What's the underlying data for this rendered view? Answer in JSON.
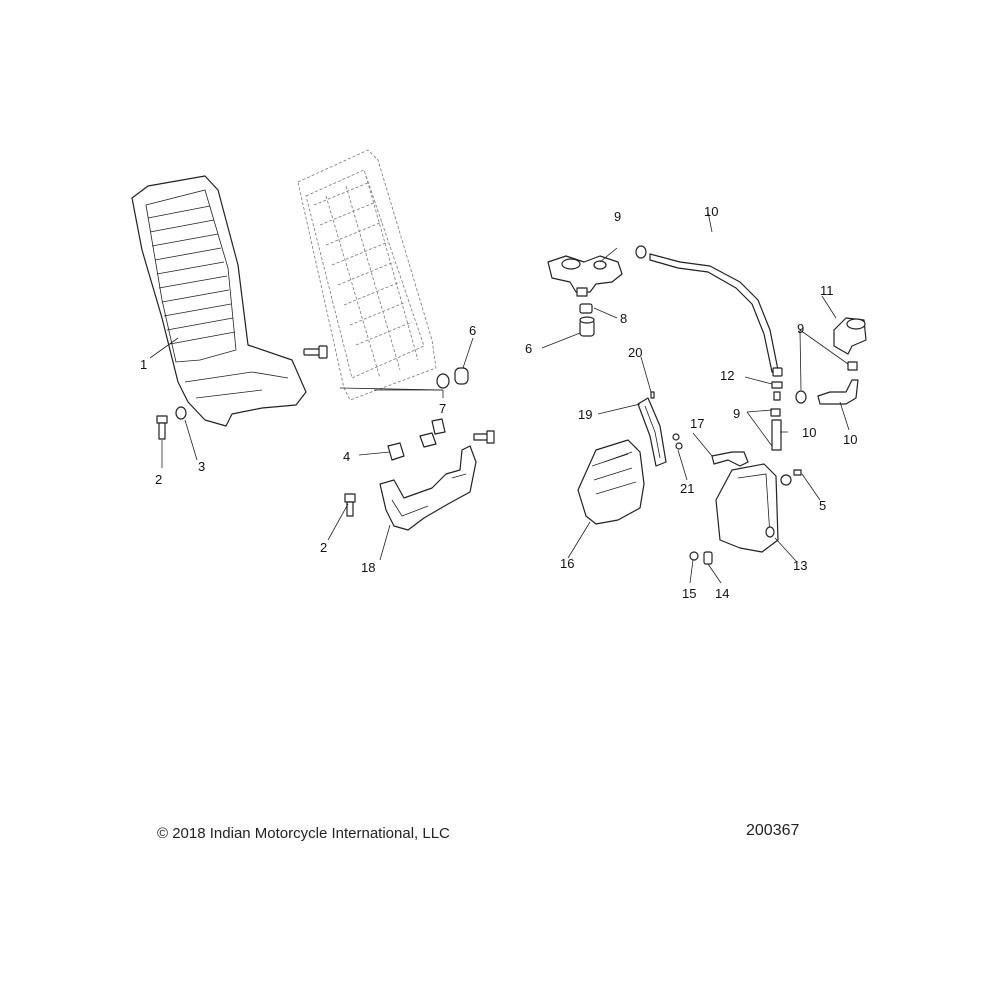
{
  "callouts": {
    "c1": "1",
    "c2a": "2",
    "c2b": "2",
    "c3": "3",
    "c4": "4",
    "c5": "5",
    "c6a": "6",
    "c6b": "6",
    "c7": "7",
    "c8": "8",
    "c9a": "9",
    "c9b": "9",
    "c9c": "9",
    "c10a": "10",
    "c10b": "10",
    "c10c": "10",
    "c11": "11",
    "c12": "12",
    "c13": "13",
    "c14": "14",
    "c15": "15",
    "c16": "16",
    "c17": "17",
    "c18": "18",
    "c19": "19",
    "c20": "20",
    "c21": "21"
  },
  "footer": {
    "copyright": "© 2018 Indian Motorcycle International, LLC",
    "diagram_number": "200367"
  }
}
